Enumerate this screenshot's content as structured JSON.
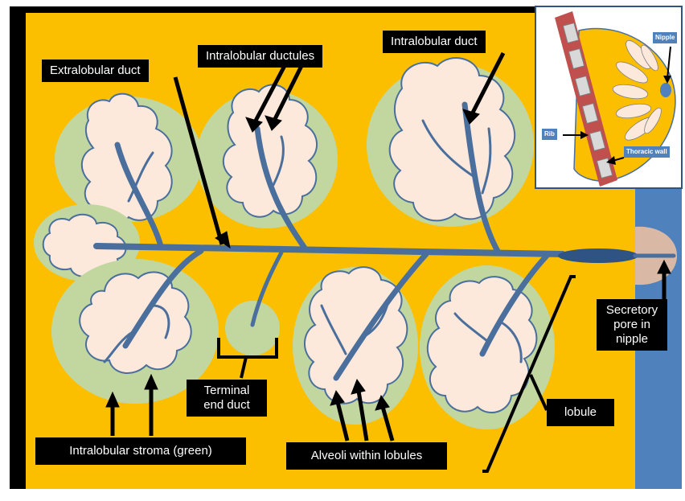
{
  "labels": {
    "extralobular_duct": "Extralobular duct",
    "intralobular_ductules": "Intralobular ductules",
    "intralobular_duct": "Intralobular duct",
    "secretory_pore": [
      "Secretory",
      "pore in",
      "nipple"
    ],
    "terminal_end_duct": [
      "Terminal",
      "end duct"
    ],
    "lobule": "lobule",
    "intralobular_stroma": "Intralobular stroma (green)",
    "alveoli": "Alveoli within lobules"
  },
  "inset": {
    "nipple": "Nipple",
    "rib": "Rib",
    "thoracic_wall": "Thoracic wall"
  },
  "colors": {
    "background": "#fcbf00",
    "frame": "#000000",
    "stroma": "#c2d7a0",
    "alveoli": "#fde8dc",
    "duct": "#4a6f9c",
    "nipple_band": "#4f81bd",
    "nipple_tip": "#d9b9a6",
    "rib_wall": "#c0504d"
  }
}
